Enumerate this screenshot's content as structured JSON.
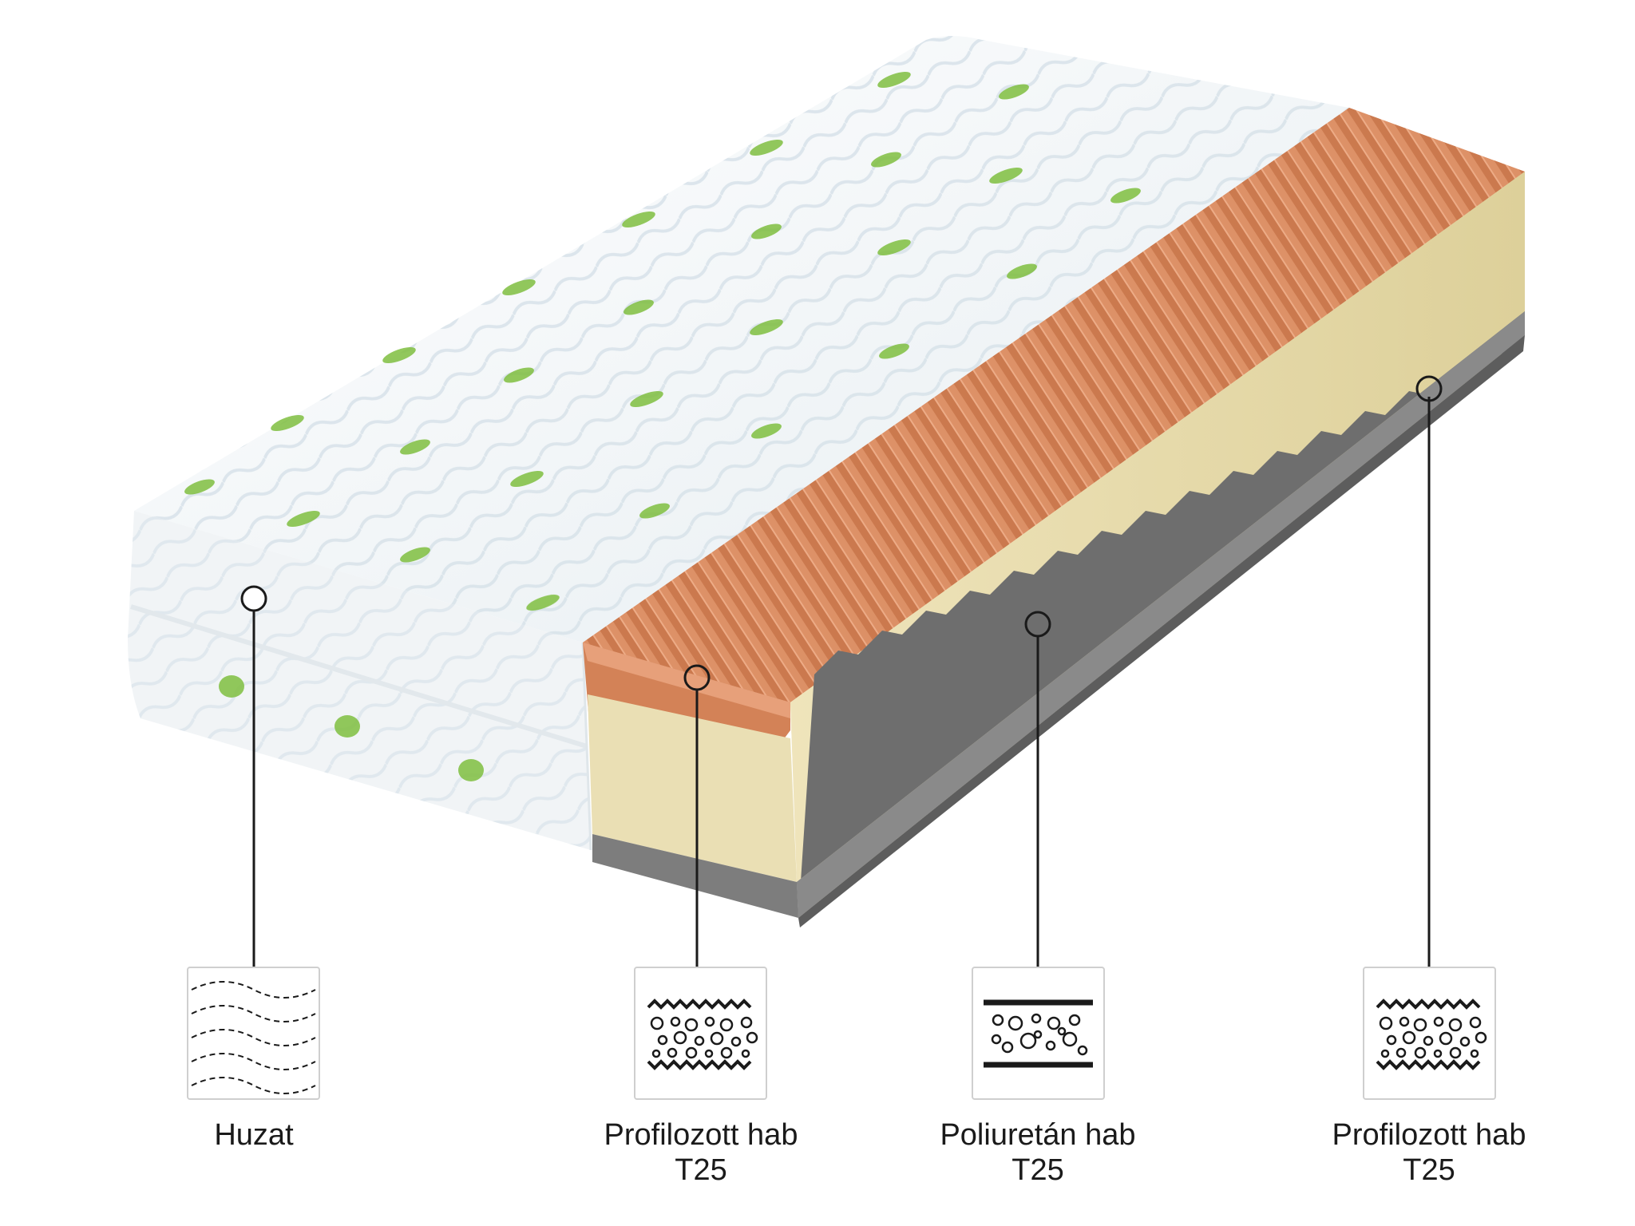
{
  "layers": [
    {
      "id": "huzat",
      "name": "Huzat",
      "grade": "",
      "icon": "wavy-dashed-lines-icon"
    },
    {
      "id": "profile-top",
      "name": "Profilozott hab",
      "grade": "T25",
      "icon": "profiled-foam-icon"
    },
    {
      "id": "pu",
      "name": "Poliuretán hab",
      "grade": "T25",
      "icon": "flat-foam-icon"
    },
    {
      "id": "profile-bottom",
      "name": "Profilozott hab",
      "grade": "T25",
      "icon": "profiled-foam-icon"
    }
  ],
  "colors": {
    "cover": "#f4f7f9",
    "leaf": "#7fbf3f",
    "profiled_foam": "#d98c5f",
    "pu_foam": "#e9dcae",
    "grey_foam": "#7d7d7d",
    "line": "#1a1a1a"
  }
}
